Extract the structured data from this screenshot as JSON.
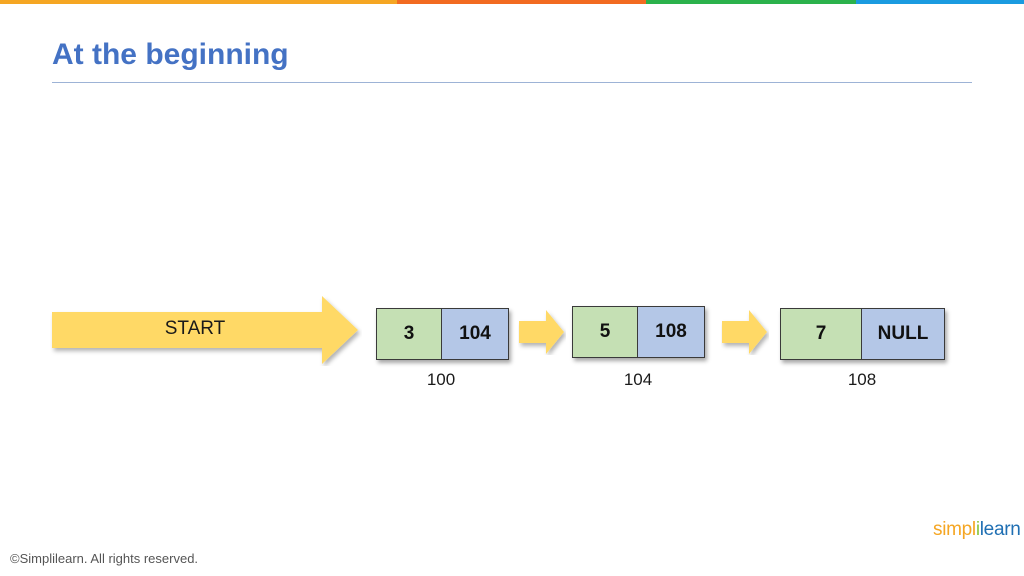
{
  "title": "At the beginning",
  "colors": {
    "title": "#4472c4",
    "data_cell": "#c5e0b4",
    "pointer_cell": "#b4c7e7",
    "arrow": "#ffd966",
    "topbar": [
      "#f5a623",
      "#f26b21",
      "#2bb24c",
      "#1a9be0"
    ]
  },
  "start_label": "START",
  "nodes": [
    {
      "data": "3",
      "next": "104",
      "address": "100"
    },
    {
      "data": "5",
      "next": "108",
      "address": "104"
    },
    {
      "data": "7",
      "next": "NULL",
      "address": "108"
    }
  ],
  "footer": "©Simplilearn. All rights reserved.",
  "logo": {
    "part1": "simpl",
    "part2": "i",
    "part3": "learn"
  }
}
